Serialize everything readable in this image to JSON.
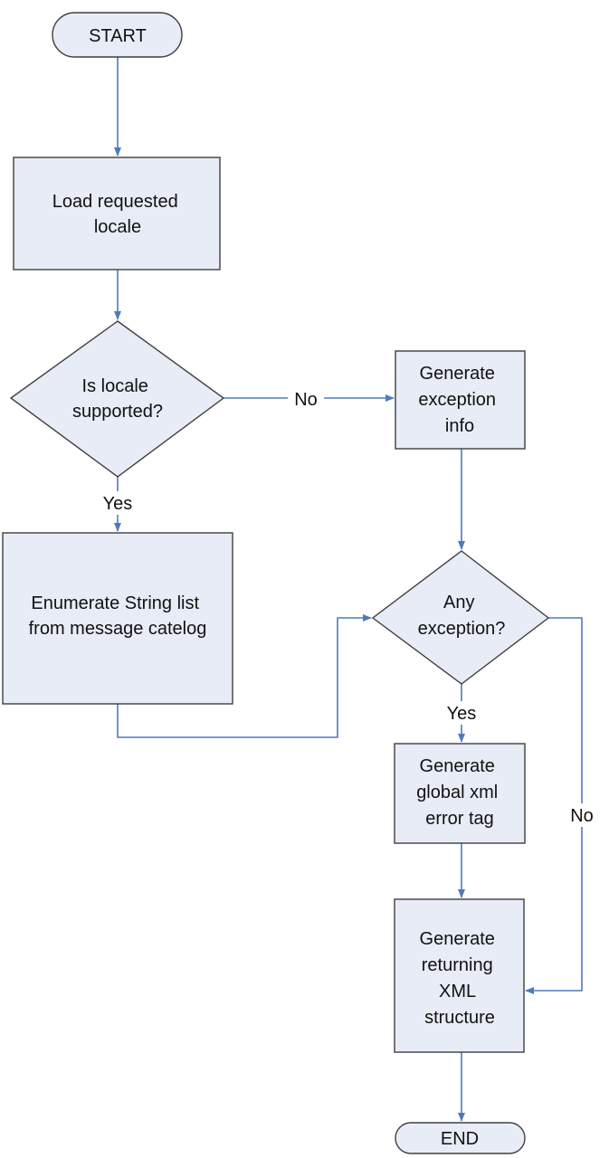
{
  "nodes": {
    "start": "START",
    "load_locale": [
      "Load requested",
      "locale"
    ],
    "locale_supported": [
      "Is locale",
      "supported?"
    ],
    "generate_exception_info": [
      "Generate",
      "exception",
      "info"
    ],
    "enumerate_strings": [
      "Enumerate String list",
      "from message catelog"
    ],
    "any_exception": [
      "Any",
      "exception?"
    ],
    "generate_error_tag": [
      "Generate",
      "global xml",
      "error tag"
    ],
    "generate_xml_structure": [
      "Generate",
      "returning",
      "XML",
      "structure"
    ],
    "end": "END"
  },
  "edge_labels": {
    "locale_no": "No",
    "locale_yes": "Yes",
    "exception_yes": "Yes",
    "exception_no": "No"
  },
  "colors": {
    "node_fill": "#e8ecf6",
    "node_stroke": "#3f3f3f",
    "edge": "#4f7bbd"
  }
}
